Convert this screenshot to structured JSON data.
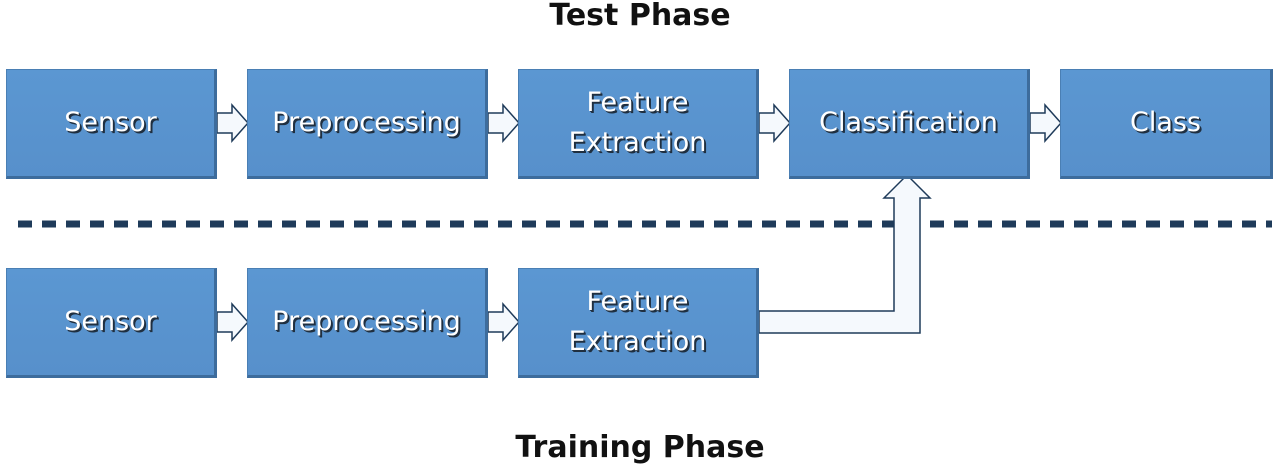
{
  "titles": {
    "test_phase": "Test Phase",
    "training_phase": "Training Phase"
  },
  "test_row": {
    "boxes": [
      {
        "label": "Sensor"
      },
      {
        "label": "Preprocessing"
      },
      {
        "label": "Feature\nExtraction"
      },
      {
        "label": "Classification"
      },
      {
        "label": "Class"
      }
    ]
  },
  "training_row": {
    "boxes": [
      {
        "label": "Sensor"
      },
      {
        "label": "Preprocessing"
      },
      {
        "label": "Feature\nExtraction"
      }
    ]
  },
  "colors": {
    "box_fill": "#5b97d2",
    "box_shadow": "#3d6c9c",
    "arrow_fill": "#f5f9fd",
    "arrow_stroke": "#1f3b5a",
    "separator": "#1f3b5a"
  }
}
